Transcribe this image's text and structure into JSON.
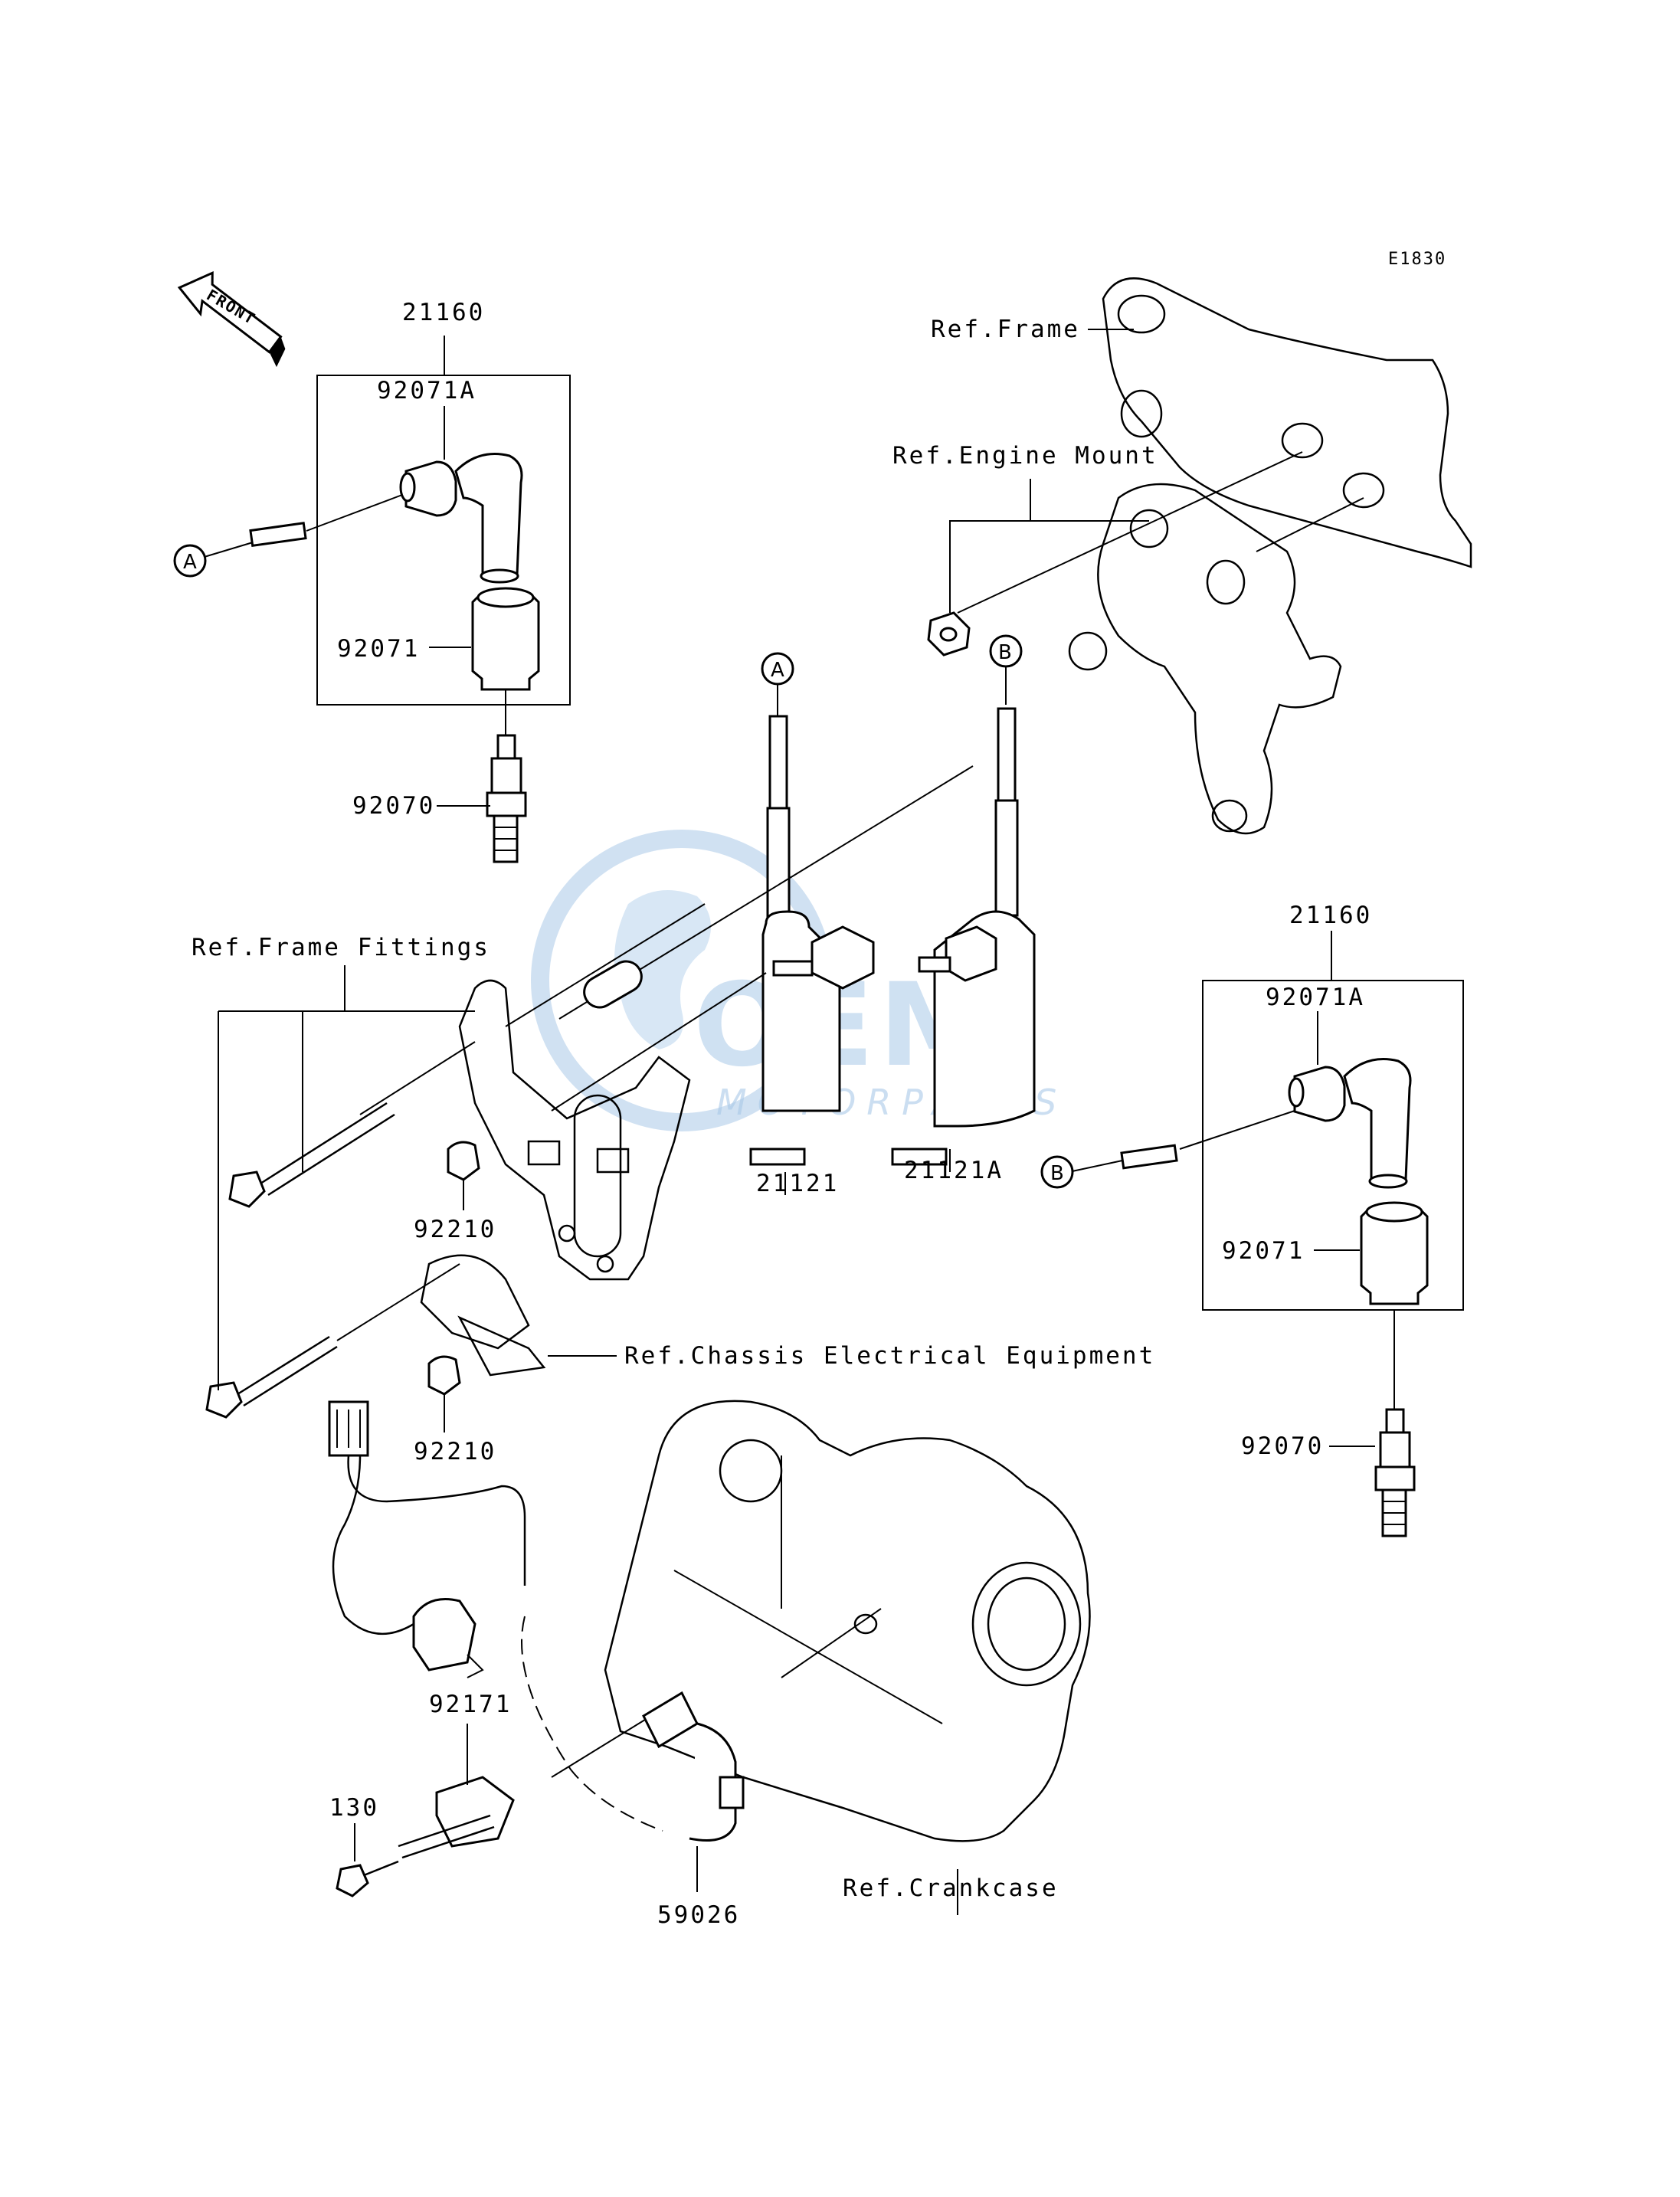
{
  "diagram_code": "E1830",
  "front_label": "FRONT",
  "watermark": {
    "brand": "OEM",
    "sub": "MOTORPARTS",
    "color": "#a9c9e8"
  },
  "labels": {
    "kit_left": "21160",
    "cap_left": "92071A",
    "boot_left": "92071",
    "plug_left": "92070",
    "ref_frame_fittings": "Ref.Frame Fittings",
    "nut_upper": "92210",
    "coil_a": "21121",
    "coil_b": "21121A",
    "nut_lower": "92210",
    "ref_chassis": "Ref.Chassis Electrical Equipment",
    "ref_frame": "Ref.Frame",
    "ref_engine_mount": "Ref.Engine Mount",
    "kit_right": "21160",
    "cap_right": "92071A",
    "boot_right": "92071",
    "plug_right": "92070",
    "sensor": "92171",
    "bolt": "130",
    "clamp": "59026",
    "ref_crankcase": "Ref.Crankcase"
  },
  "markers": {
    "a_left": "A",
    "a_coil": "A",
    "b_coil": "B",
    "b_right": "B"
  }
}
